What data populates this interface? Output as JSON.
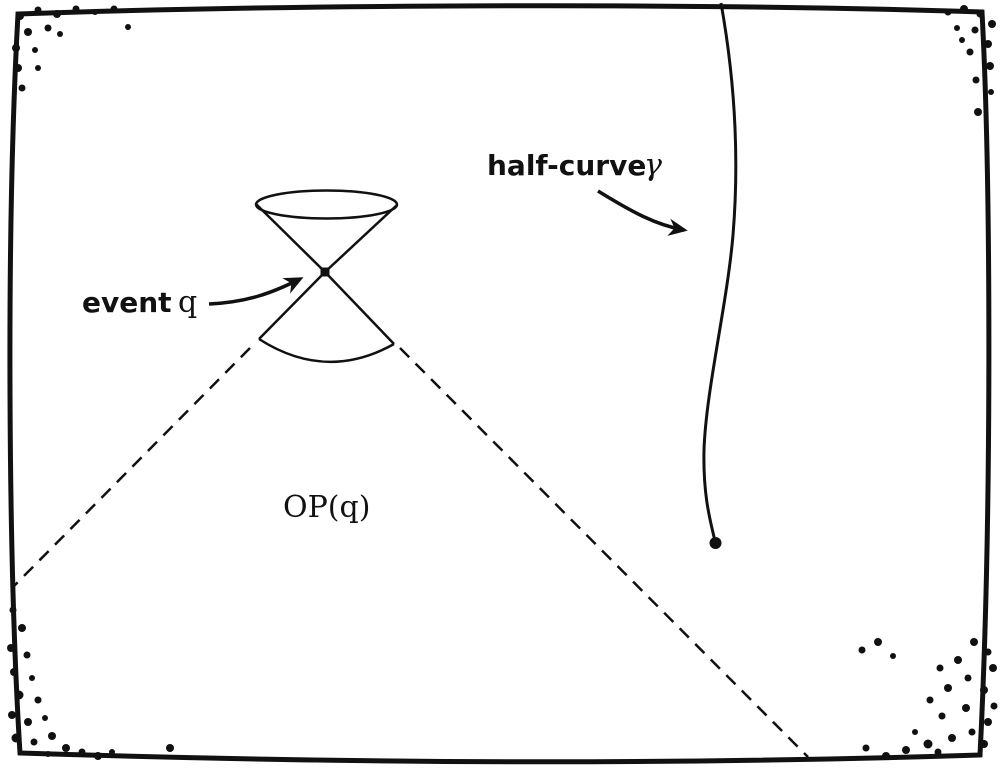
{
  "diagram": {
    "type": "spacetime-causality-sketch",
    "labels": {
      "event": {
        "bold": "event",
        "symbol": "q"
      },
      "half_curve": {
        "bold": "half-curve",
        "symbol": "γ"
      },
      "region": "OP(q)"
    },
    "colors": {
      "ink": "#111111",
      "background": "#ffffff"
    }
  }
}
